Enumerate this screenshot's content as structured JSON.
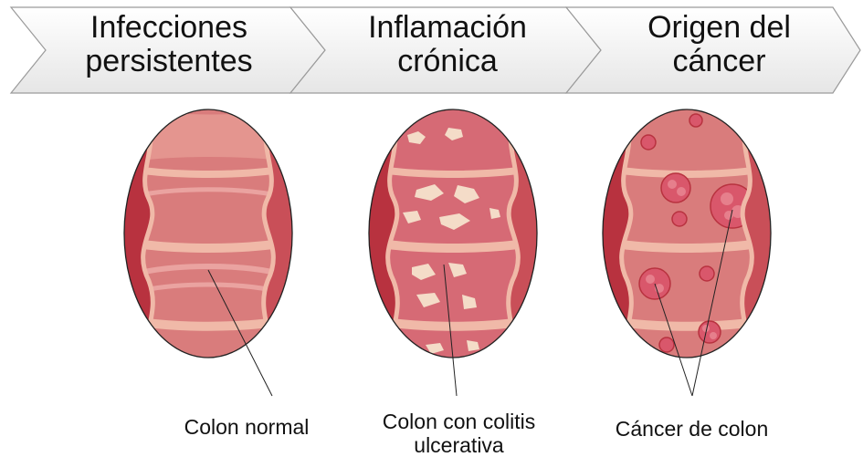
{
  "steps": [
    {
      "line1": "Infecciones",
      "line2": "persistentes"
    },
    {
      "line1": "Inflamación",
      "line2": "crónica"
    },
    {
      "line1": "Origen del",
      "line2": "cáncer"
    }
  ],
  "captions": {
    "normal": "Colon normal",
    "colitis_line1": "Colon con colitis",
    "colitis_line2": "ulcerativa",
    "cancer": "Cáncer de colon"
  },
  "colors": {
    "tissue": "#d97c7c",
    "tissue_light": "#eaa3a0",
    "fold": "#f0b9a8",
    "wall": "#b8323f",
    "ulcer": "#f4dcc8",
    "polyp": "#d9576b"
  }
}
